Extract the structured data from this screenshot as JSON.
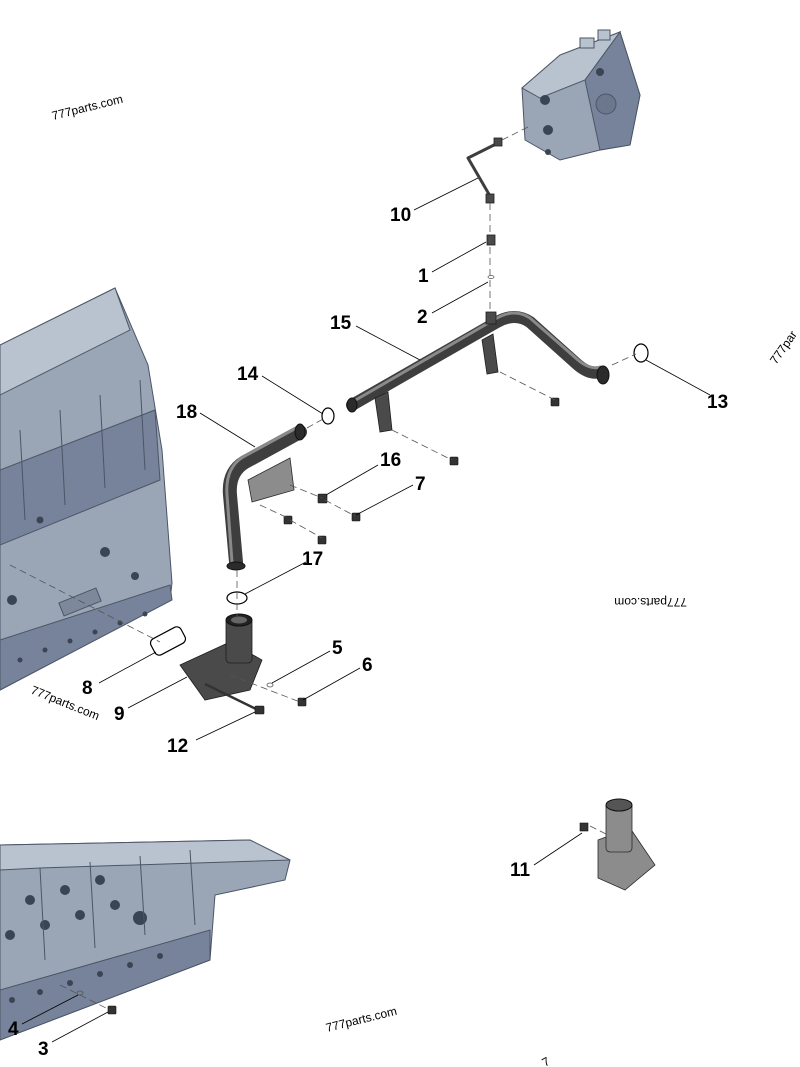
{
  "callouts": {
    "c1": "1",
    "c2": "2",
    "c3": "3",
    "c4": "4",
    "c5": "5",
    "c6": "6",
    "c7": "7",
    "c8": "8",
    "c9": "9",
    "c10": "10",
    "c11": "11",
    "c12": "12",
    "c13": "13",
    "c14": "14",
    "c15": "15",
    "c16": "16",
    "c17": "17",
    "c18": "18"
  },
  "watermark": {
    "top_left": "777parts.com",
    "mid_left": "777parts.com",
    "right_upside_down": "777parts.com",
    "bottom": "777parts.com",
    "right_edge": "777par",
    "bottom_edge": "7"
  },
  "colors": {
    "engine_block": "#9aa6b6",
    "pipe": "#3e3e3e",
    "label": "#000000"
  }
}
